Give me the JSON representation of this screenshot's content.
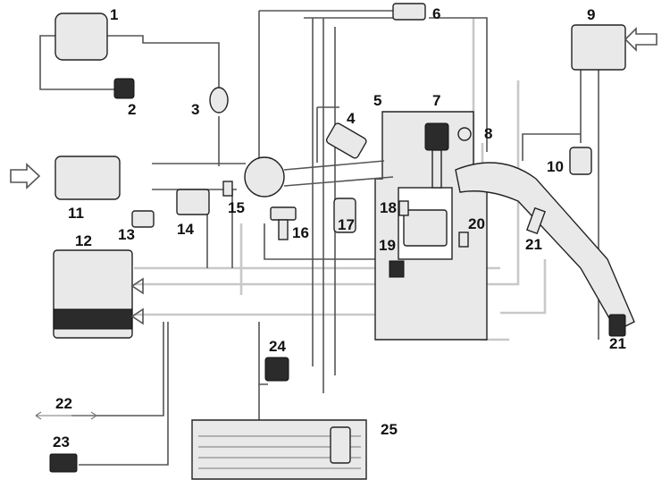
{
  "callouts": [
    "1",
    "2",
    "3",
    "4",
    "5",
    "6",
    "7",
    "8",
    "9",
    "10",
    "11",
    "12",
    "13",
    "14",
    "15",
    "16",
    "17",
    "18",
    "19",
    "20",
    "21",
    "21",
    "22",
    "23",
    "24",
    "25"
  ],
  "colors": {
    "line": "#555555",
    "component": "#e9e9e9",
    "dark": "#2b2b2b",
    "pale_wire": "#c8c8c8"
  }
}
